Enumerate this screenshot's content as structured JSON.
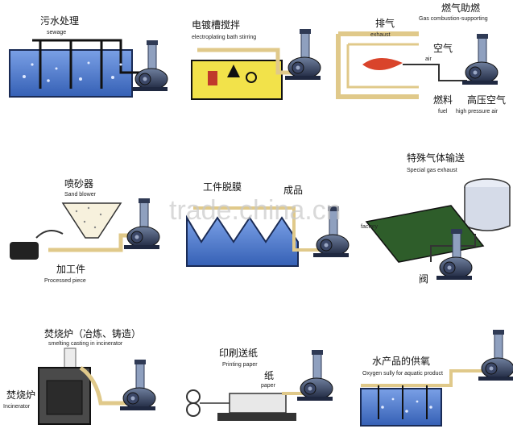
{
  "panels": [
    {
      "id": "sewage",
      "cn": "污水处理",
      "en": "sewage"
    },
    {
      "id": "electroplating",
      "cn": "电镀槽搅拌",
      "en": "electroplating bath stirring"
    },
    {
      "id": "gas-combustion",
      "cn": "燃气助燃",
      "en": "Gas combustion-supporting",
      "labels": {
        "exhaust_cn": "排气",
        "exhaust_en": "exhaust",
        "air_cn": "空气",
        "air_en": "air",
        "fuel_cn": "燃料",
        "fuel_en": "fuel",
        "hpa_cn": "高压空气",
        "hpa_en": "high pressure air"
      }
    },
    {
      "id": "sandblasting",
      "cn": "喷砂器",
      "en": "Sand blower",
      "labels": {
        "piece_cn": "加工件",
        "piece_en": "Processed piece"
      }
    },
    {
      "id": "film-removal",
      "cn": "工件脱膜",
      "extra_cn": "成品"
    },
    {
      "id": "special-gas",
      "cn": "特殊气体输送",
      "en": "Special gas exhaust",
      "labels": {
        "factory": "factory",
        "valve_cn": "阀"
      }
    },
    {
      "id": "incinerator",
      "cn": "焚烧炉（冶炼、铸造）",
      "en": "smelting casting in incinerator",
      "labels": {
        "inc_cn": "焚烧炉",
        "inc_en": "Incinerator"
      }
    },
    {
      "id": "printing",
      "cn": "印刷送纸",
      "en": "Printing paper",
      "labels": {
        "paper_cn": "纸",
        "paper_en": "paper"
      }
    },
    {
      "id": "aquatic",
      "cn": "水产品的供氧",
      "en": "Oxygen sully for aquatic product"
    }
  ],
  "watermark": "trade.china.cn",
  "colors": {
    "water": "#4f7fd0",
    "pipe": "#e0c98a",
    "blower": "#2f3a55",
    "yellow": "#f2e24a"
  }
}
